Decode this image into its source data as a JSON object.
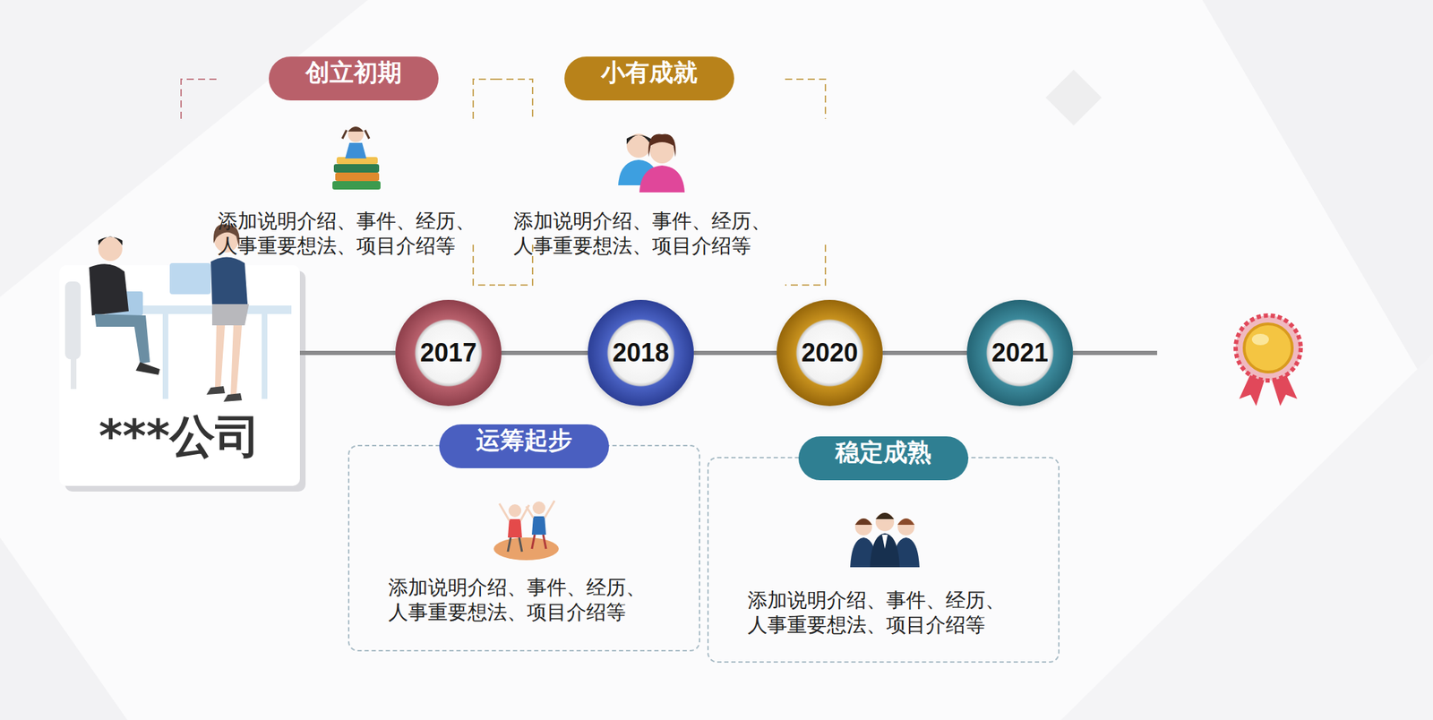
{
  "diagram": {
    "nodes": [
      {
        "text": [
          "***公司"
        ]
      },
      {
        "text": [
          "2017"
        ]
      },
      {
        "text": [
          "2018"
        ]
      },
      {
        "text": [
          "2020"
        ]
      },
      {
        "text": [
          "2021"
        ]
      },
      {
        "text": [
          "创立初期",
          "添加说明介绍、事件、经历、人事重要想法、项目介绍等"
        ]
      },
      {
        "text": [
          "运筹起步",
          "添加说明介绍、事件、经历、人事重要想法、项目介绍等"
        ]
      },
      {
        "text": [
          "小有成就",
          "添加说明介绍、事件、经历、人事重要想法、项目介绍等"
        ]
      },
      {
        "text": [
          "稳定成熟",
          "添加说明介绍、事件、经历、人事重要想法、项目介绍等"
        ]
      }
    ],
    "edges": [
      {
        "from": 0,
        "to": 1,
        "arrow": "none"
      },
      {
        "from": 1,
        "to": 2,
        "arrow": "none"
      },
      {
        "from": 2,
        "to": 3,
        "arrow": "none"
      },
      {
        "from": 3,
        "to": 4,
        "arrow": "none"
      }
    ]
  }
}
